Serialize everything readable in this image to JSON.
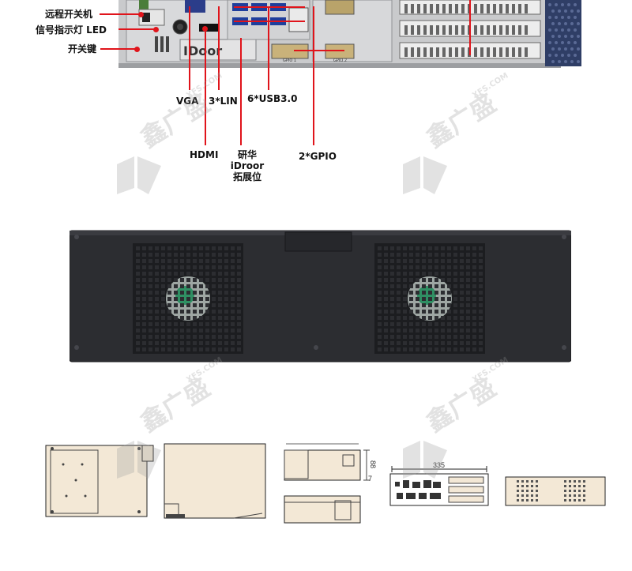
{
  "callouts": {
    "remote_power": "远程开关机",
    "led": "信号指示灯  LED",
    "power_key": "开关键",
    "vga": "VGA",
    "lin": "3*LIN",
    "usb": "6*USB3.0",
    "hdmi": "HDMI",
    "idroor": "研华iDroor\n拓展位",
    "gpio": "2*GPIO"
  },
  "panel_text": {
    "idoor": "IDoor",
    "gpio1": "GPIO 1",
    "gpio2": "GPIO 2"
  },
  "watermark": {
    "brand": "鑫广盛",
    "domain": "XFS.COM"
  },
  "dimensions": {
    "width": "335",
    "height": "88",
    "small": "7"
  },
  "colors": {
    "callout_line": "#e0141b",
    "chassis_dark": "#2c2d31",
    "drawing_fill": "#f3e8d6"
  }
}
